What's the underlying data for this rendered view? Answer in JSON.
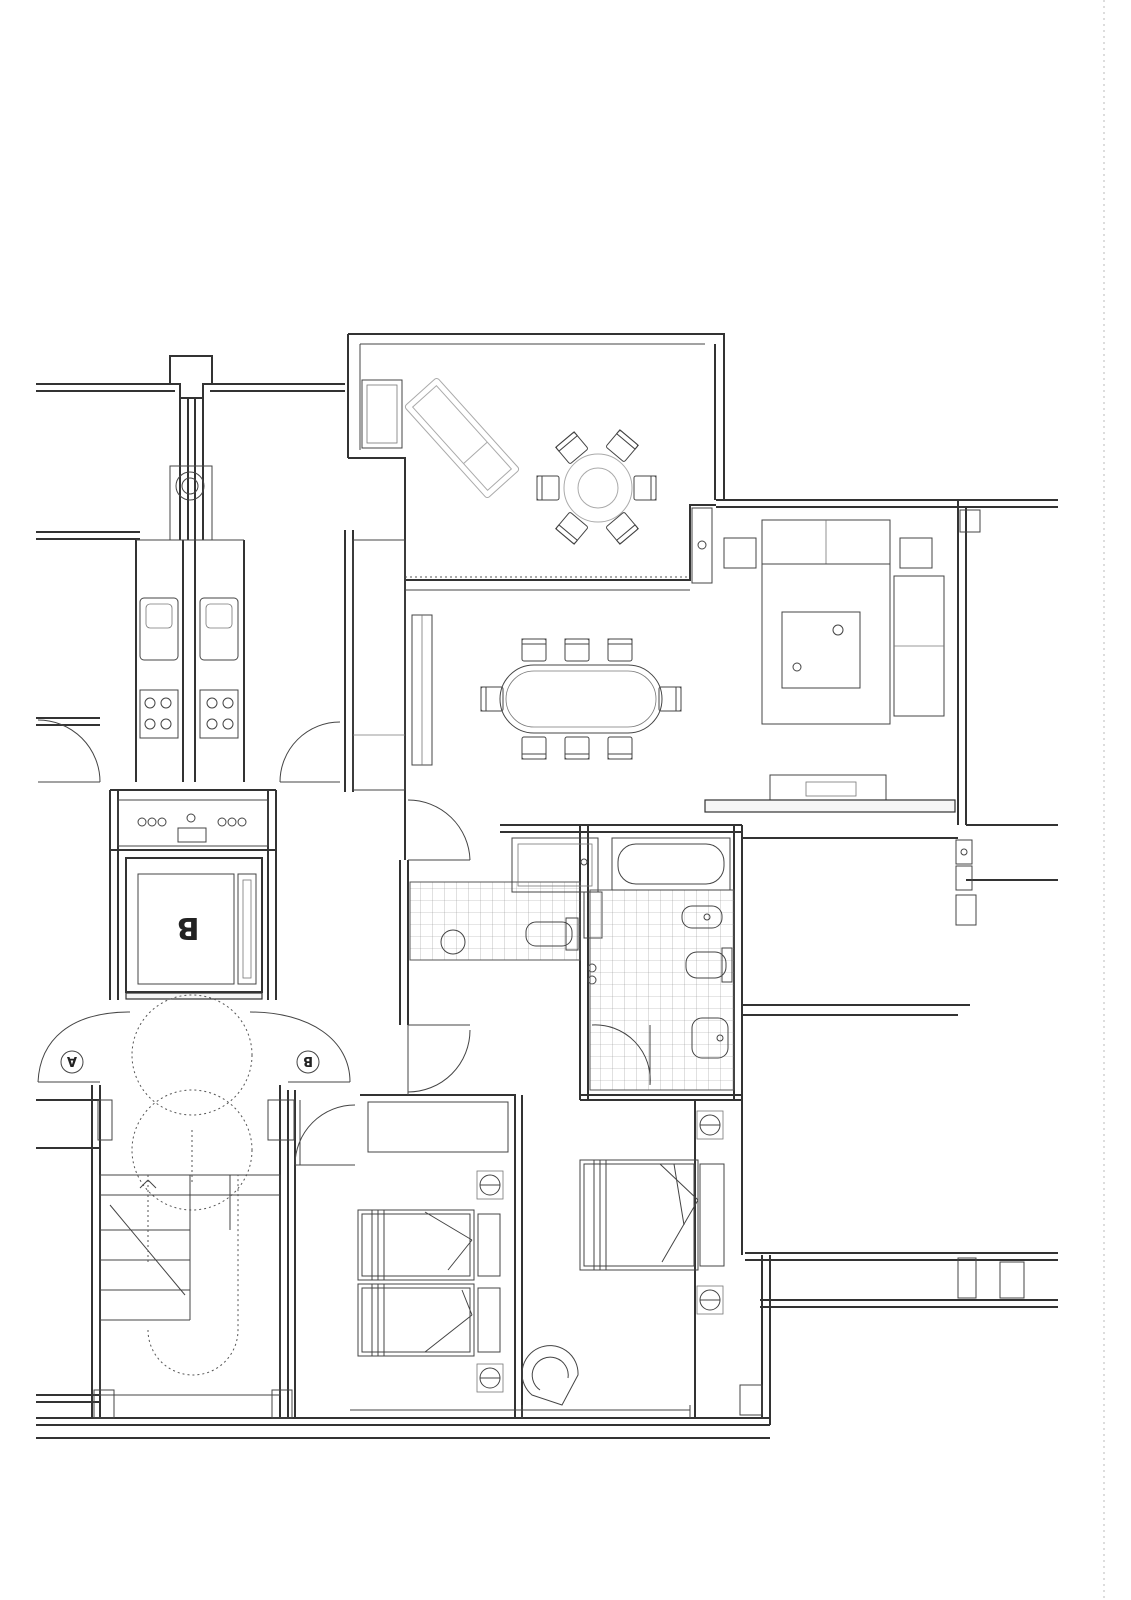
{
  "labels": {
    "lift_b": "B",
    "landing_a": "A",
    "landing_b": "B"
  },
  "colors": {
    "line": "#333333",
    "background": "#ffffff"
  }
}
